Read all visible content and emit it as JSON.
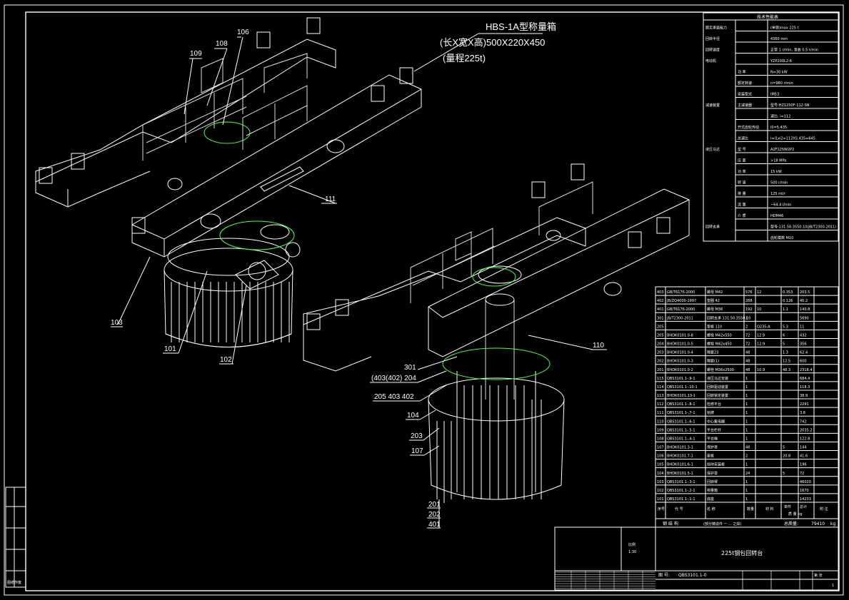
{
  "caption": {
    "title": "HBS-1A型称量箱",
    "dims": "(长X宽X高)500X220X450",
    "range": "(量程225t)"
  },
  "callouts_left": [
    "106",
    "108",
    "109",
    "111",
    "103",
    "101",
    "102"
  ],
  "callouts_right": [
    "110",
    "301",
    "(403(402) 204",
    "205 403 402",
    "104",
    "203",
    "107",
    "201",
    "202",
    "401"
  ],
  "tech_table": {
    "title": "技术性能表",
    "rows": [
      {
        "a": "额定承载能力",
        "b": "",
        "c": "(单臂)max 225 t"
      },
      {
        "a": "回转半径",
        "b": "",
        "c": "4360 mm"
      },
      {
        "a": "回转速度",
        "b": "",
        "c": "正常 1 r/min, 事故 0.5 r/min"
      },
      {
        "a": "电动机",
        "b": "",
        "c": "YZP200L2-6"
      },
      {
        "a": "",
        "b": "功 率",
        "c": "N=30 kW"
      },
      {
        "a": "",
        "b": "额定转速",
        "c": "n=980 r/min"
      },
      {
        "a": "",
        "b": "安装型式",
        "c": "IM53"
      },
      {
        "a": "减速装置",
        "b": "主减速器",
        "c": "型号:HZ1250F-112-SN"
      },
      {
        "a": "",
        "b": "",
        "c": "速比: i=112"
      },
      {
        "a": "",
        "b": "开式齿轮传动",
        "c": "i0=5.435"
      },
      {
        "a": "",
        "b": "总速比",
        "c": "i=i1xi2=112X5.435=645"
      },
      {
        "a": "液压马达",
        "b": "型 号",
        "c": "A2F125W2P2"
      },
      {
        "a": "",
        "b": "压 差",
        "c": ">18 MPa"
      },
      {
        "a": "",
        "b": "功 率",
        "c": "15 kW"
      },
      {
        "a": "",
        "b": "转 速",
        "c": "500 r/min"
      },
      {
        "a": "",
        "b": "排 量",
        "c": "125 ml/r"
      },
      {
        "a": "",
        "b": "流 量",
        "c": "~64.4 l/min"
      },
      {
        "a": "",
        "b": "介 质",
        "c": "HDM46"
      },
      {
        "a": "回转支承",
        "b": "",
        "c": "型号:131.50.3550.10(JB/T2300-2011)"
      },
      {
        "a": "",
        "b": "",
        "c": "齿轮模数 M10"
      }
    ]
  },
  "parts_list": {
    "rows": [
      {
        "no": "403",
        "code": "GB/T6176-2000",
        "name": "螺母 M42",
        "qty": "576",
        "c5": "12",
        "c6": "0.353",
        "c7": "203.5"
      },
      {
        "no": "402",
        "code": "JB/ZQ4000-1997",
        "name": "垫圈 42",
        "qty": "288",
        "c5": "",
        "c6": "0.126",
        "c7": "40.2"
      },
      {
        "no": "401",
        "code": "GB/T6176-2000",
        "name": "螺母 M36",
        "qty": "192",
        "c5": "10",
        "c6": "1.1",
        "c7": "140.8"
      },
      {
        "no": "301",
        "code": "JB/T2300-2011",
        "name": "回转支承 131.50.3550.10",
        "qty": "1",
        "c5": "",
        "c6": "",
        "c7": "5690"
      },
      {
        "no": "205",
        "code": "",
        "name": "垫板 110",
        "qty": "2",
        "c5": "Q235-A",
        "c6": "5.3",
        "c7": "11"
      },
      {
        "no": "205",
        "code": "BHDK0101.0-8",
        "name": "螺栓 M42x550",
        "qty": "72",
        "c5": "12.9",
        "c6": "6",
        "c7": "432"
      },
      {
        "no": "204",
        "code": "BHDK0101.0-5",
        "name": "螺栓 M42x450",
        "qty": "72",
        "c5": "12.9",
        "c6": "5",
        "c7": "356"
      },
      {
        "no": "203",
        "code": "BHDK0101.0-4",
        "name": "隔套23",
        "qty": "48",
        "c5": "",
        "c6": "1.3",
        "c7": "62.4"
      },
      {
        "no": "202",
        "code": "BHDK0101.0-3",
        "name": "隔套(1)",
        "qty": "48",
        "c5": "",
        "c6": "12.5",
        "c7": "600"
      },
      {
        "no": "201",
        "code": "BHDK0101.0-2",
        "name": "螺栓 M36x2500",
        "qty": "48",
        "c5": "10.9",
        "c6": "48.3",
        "c7": "2318.4"
      },
      {
        "no": "115",
        "code": "QBS3101.1-.9-1",
        "name": "液压马达安装",
        "qty": "1",
        "c5": "",
        "c6": "",
        "c7": "684.4"
      },
      {
        "no": "114",
        "code": "QBS3101.1-.10-1",
        "name": "回转驱动装置",
        "qty": "1",
        "c5": "",
        "c6": "",
        "c7": "118.3"
      },
      {
        "no": "113",
        "code": "BHDK0101.13-1",
        "name": "回转锁定装置",
        "qty": "1",
        "c5": "",
        "c6": "",
        "c7": "38.9"
      },
      {
        "no": "112",
        "code": "QBS3101.1-.8-1",
        "name": "检修平台",
        "qty": "1",
        "c5": "",
        "c6": "",
        "c7": "2291"
      },
      {
        "no": "111",
        "code": "QBS3101.1-.7-1",
        "name": "铭牌",
        "qty": "1",
        "c5": "",
        "c6": "",
        "c7": "3.8"
      },
      {
        "no": "110",
        "code": "QBS3101.1-.6-1",
        "name": "中心集电器",
        "qty": "1",
        "c5": "",
        "c6": "",
        "c7": "742"
      },
      {
        "no": "109",
        "code": "QBS3101.1-.5-1",
        "name": "平台栏杆",
        "qty": "1",
        "c5": "",
        "c6": "",
        "c7": "2035.2"
      },
      {
        "no": "108",
        "code": "QBS3101.1-.4-1",
        "name": "平台梯",
        "qty": "1",
        "c5": "",
        "c6": "",
        "c7": "122.8"
      },
      {
        "no": "107",
        "code": "BHDK0101.3-1",
        "name": "保护罩",
        "qty": "48",
        "c5": "",
        "c6": "5",
        "c7": "144"
      },
      {
        "no": "106",
        "code": "BHDK0101.7-1",
        "name": "座板",
        "qty": "2",
        "c5": "",
        "c6": "20.8",
        "c7": "41.6"
      },
      {
        "no": "105",
        "code": "BHDK0101.6-1",
        "name": "挡块安装板",
        "qty": "1",
        "c5": "",
        "c6": "",
        "c7": "196"
      },
      {
        "no": "104",
        "code": "BHDK0101.5-1",
        "name": "保护罩",
        "qty": "24",
        "c5": "",
        "c6": "5",
        "c7": "72"
      },
      {
        "no": "103",
        "code": "QBS3101.1-.3-1",
        "name": "回转臂",
        "qty": "1",
        "c5": "",
        "c6": "",
        "c7": "46020"
      },
      {
        "no": "102",
        "code": "QBS3101.1-.2-1",
        "name": "称量箱",
        "qty": "1",
        "c5": "",
        "c6": "",
        "c7": "1670"
      },
      {
        "no": "101",
        "code": "QBS3101.1-.1-1",
        "name": "底座",
        "qty": "1",
        "c5": "",
        "c6": "",
        "c7": "14233"
      }
    ],
    "header": {
      "seq": "序号",
      "code": "代 号",
      "name": "名 称",
      "qty": "数量",
      "mat": "材 料",
      "unit": "单件",
      "total": "总计",
      "weight": "质 量 kg",
      "note": "附 注"
    },
    "footer": {
      "left": "钢 结 构",
      "mid": "(部分铸造件 一 ... 之焊)",
      "total_label": "总质量:",
      "total_val": "79410",
      "unit": "kg"
    }
  },
  "title_block": {
    "name": "225t钢包回转台",
    "scale_label": "比例",
    "scale": "1:30",
    "drawing_no_label": "图 号:",
    "drawing_no": "QBS3101.1-0",
    "sheet_label": "第 张",
    "page": "1"
  },
  "side_stamp": "图纸作废",
  "colors": {
    "bg": "#000000",
    "line": "#ffffff",
    "green": "#4cff4c",
    "cyan": "#66ffff"
  }
}
